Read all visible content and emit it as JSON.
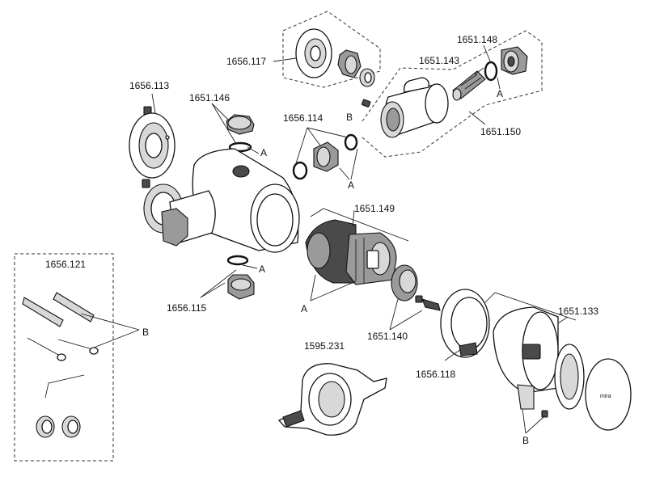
{
  "labels": {
    "p1656_117": "1656.117",
    "p1651_148": "1651.148",
    "p1651_143": "1651.143",
    "p1656_113": "1656.113",
    "p1651_146": "1651.146",
    "p1656_114": "1656.114",
    "p1651_150": "1651.150",
    "p1651_149": "1651.149",
    "p1656_121": "1656.121",
    "p1656_115": "1656.115",
    "p1651_140": "1651.140",
    "p1595_231": "1595.231",
    "p1651_133": "1651.133",
    "p1656_118": "1656.118",
    "callout_a": "A",
    "callout_b": "B"
  },
  "logo_text": "mira"
}
